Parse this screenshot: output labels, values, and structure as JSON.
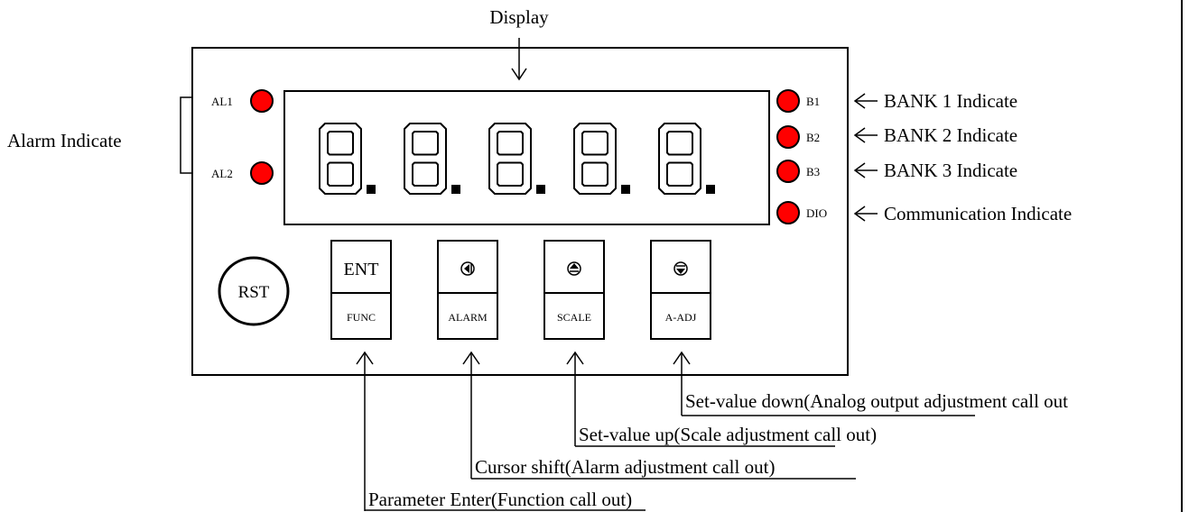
{
  "display_label": "Display",
  "alarm_label": "Alarm Indicate",
  "alarm_leds": [
    {
      "label": "AL1",
      "color": "#ff0000"
    },
    {
      "label": "AL2",
      "color": "#ff0000"
    }
  ],
  "status_leds": [
    {
      "label": "B1",
      "color": "#ff0000",
      "callout": "BANK 1 Indicate"
    },
    {
      "label": "B2",
      "color": "#ff0000",
      "callout": "BANK 2 Indicate"
    },
    {
      "label": "B3",
      "color": "#ff0000",
      "callout": "BANK 3 Indicate"
    },
    {
      "label": "DIO",
      "color": "#ff0000",
      "callout": "Communication Indicate"
    }
  ],
  "display_digits": "8.8.8.8.8.",
  "rst_label": "RST",
  "keys": [
    {
      "top": "ENT",
      "top_icon": "",
      "bottom": "FUNC",
      "callout": "Parameter Enter(Function call out)"
    },
    {
      "top": "",
      "top_icon": "left-cursor-icon",
      "bottom": "ALARM",
      "callout": "Cursor shift(Alarm adjustment call out)"
    },
    {
      "top": "",
      "top_icon": "up-triangle-icon",
      "bottom": "SCALE",
      "callout": "Set-value up(Scale adjustment call out)"
    },
    {
      "top": "",
      "top_icon": "down-triangle-icon",
      "bottom": "A-ADJ",
      "callout": "Set-value down(Analog output adjustment call out"
    }
  ]
}
